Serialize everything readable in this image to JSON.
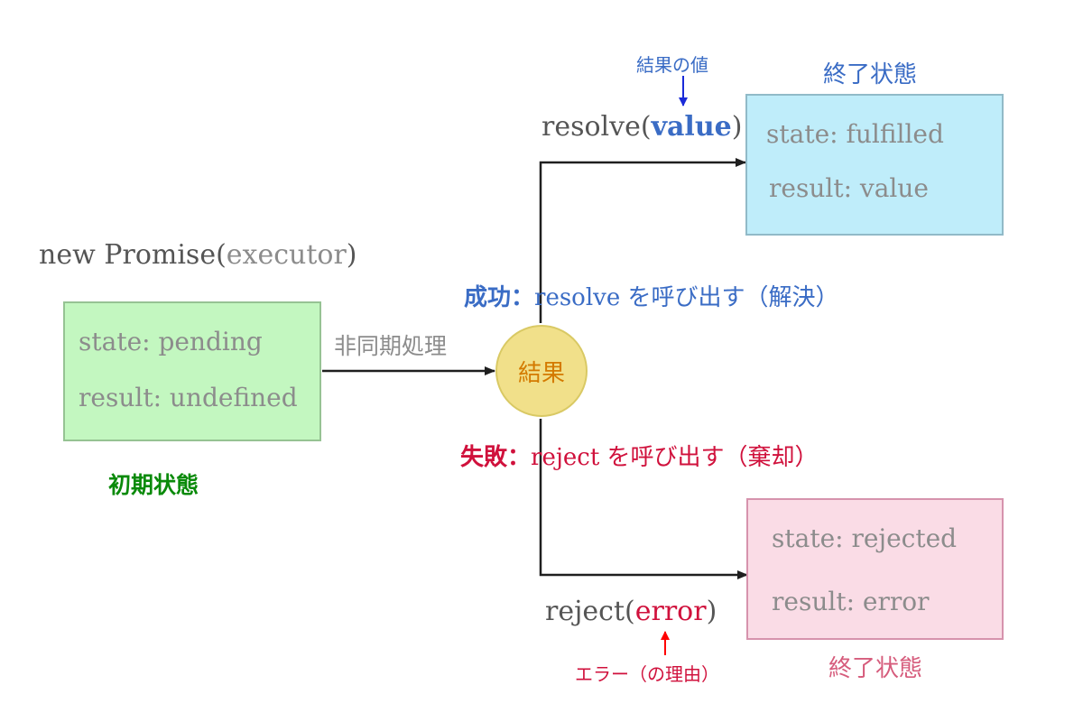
{
  "colors": {
    "initial_fill": "#c3f7c0",
    "initial_border": "#96c393",
    "fulfilled_fill": "#bfedfa",
    "fulfilled_border": "#91bac8",
    "rejected_fill": "#fadce6",
    "rejected_border": "#d693ad",
    "result_node_fill": "#f1e08a",
    "result_node_border": "#d9c964",
    "result_node_text": "#d47a00",
    "arrow": "#1f1f1f",
    "dark_text": "#555555",
    "gray_text": "#8c8c8c",
    "blue_text": "#3a6cc5",
    "red_text": "#d0113c",
    "green_text": "#0a8a0a",
    "pink_text": "#d65c7c",
    "value_arrow": "#1a2bd9",
    "error_arrow": "#ff0000"
  },
  "header": {
    "constructor_prefix": "new Promise(",
    "constructor_arg": "executor",
    "constructor_suffix": ")"
  },
  "initial_box": {
    "state": "state: pending",
    "result": "result: undefined",
    "caption": "初期状態"
  },
  "async_label": "非同期処理",
  "result_node": {
    "label": "結果"
  },
  "success_branch": {
    "label_prefix": "成功：",
    "label_main": "resolve を呼び出す（解決）",
    "call_prefix": "resolve(",
    "call_arg": "value",
    "call_suffix": ")",
    "annotation": "結果の値",
    "end_caption": "終了状態",
    "state": "state: fulfilled",
    "result": "result: value"
  },
  "failure_branch": {
    "label_prefix": "失敗：",
    "label_main": "reject を呼び出す（棄却）",
    "call_prefix": "reject(",
    "call_arg": "error",
    "call_suffix": ")",
    "annotation": "エラー（の理由）",
    "end_caption": "終了状態",
    "state": "state: rejected",
    "result": "result: error"
  }
}
